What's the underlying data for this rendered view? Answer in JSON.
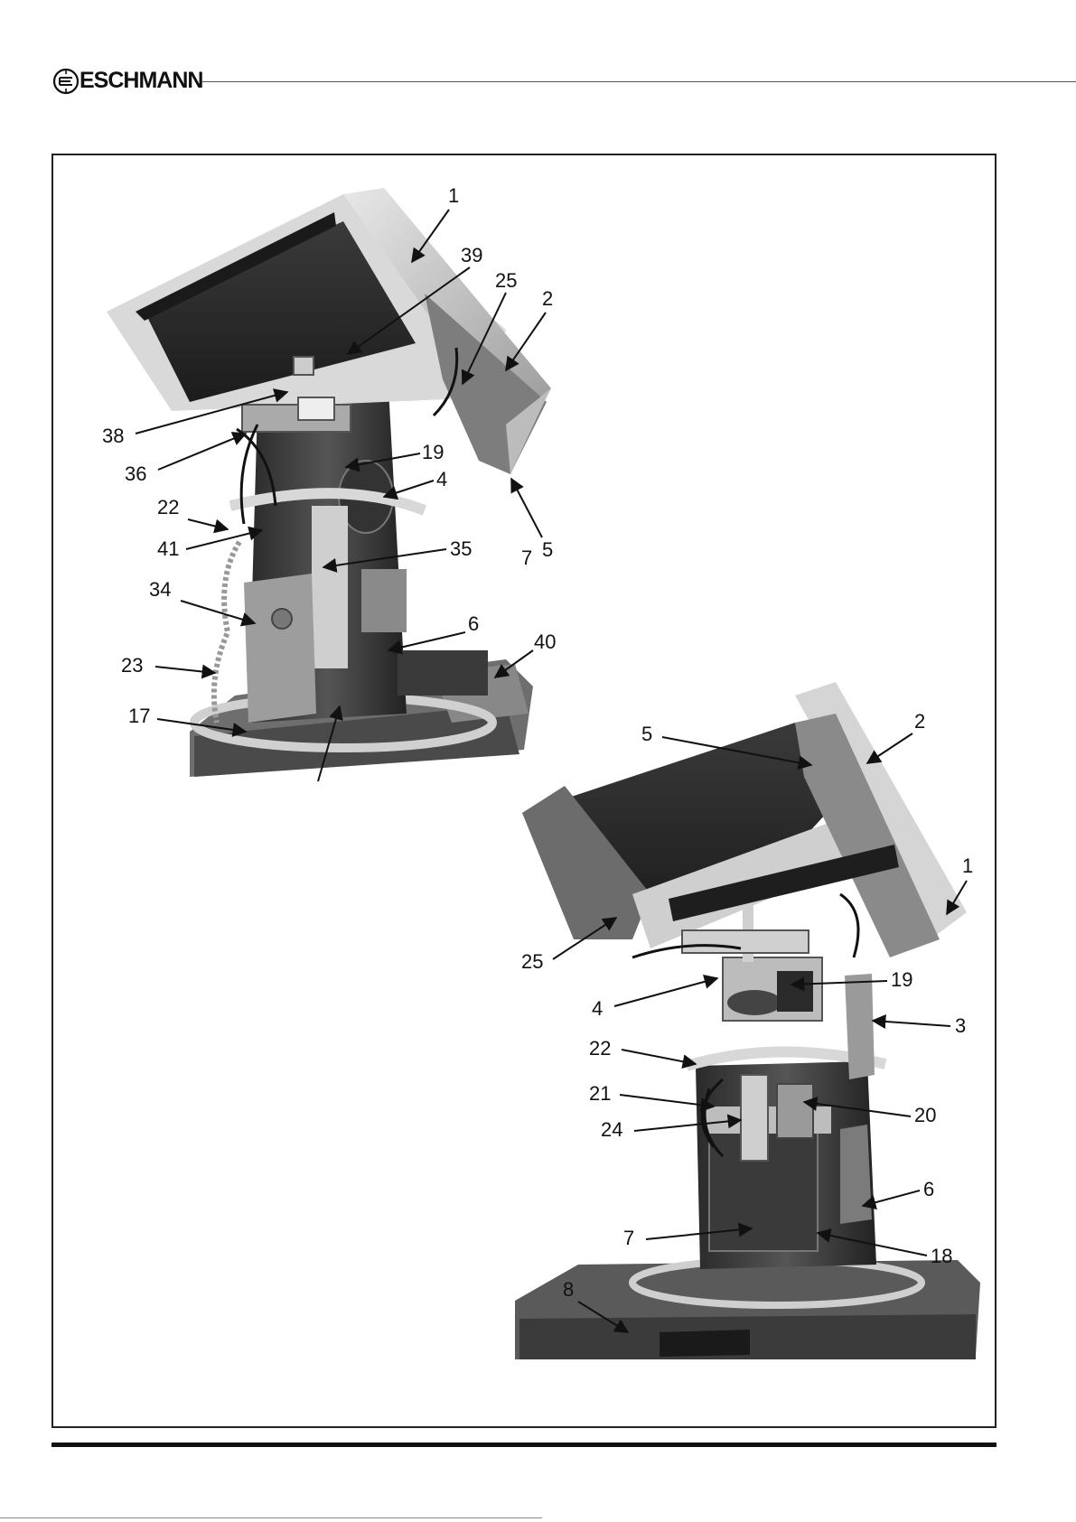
{
  "header": {
    "brand_name": "ESCHMANN",
    "logo_icon": "eschmann-e-logo-icon"
  },
  "photo_top": {
    "callouts": [
      "1",
      "39",
      "25",
      "2",
      "38",
      "36",
      "19",
      "4",
      "22",
      "41",
      "35",
      "7",
      "5",
      "34",
      "6",
      "40",
      "23",
      "17"
    ]
  },
  "photo_bottom": {
    "callouts": [
      "5",
      "2",
      "1",
      "25",
      "19",
      "4",
      "3",
      "22",
      "21",
      "20",
      "24",
      "6",
      "7",
      "18",
      "8"
    ]
  }
}
